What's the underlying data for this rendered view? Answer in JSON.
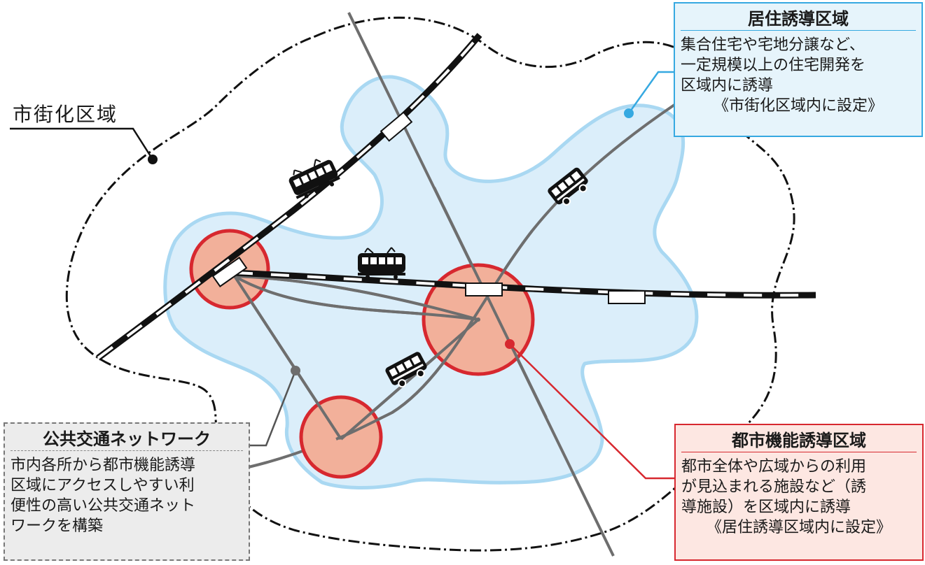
{
  "labels": {
    "urbanization_area": "市街化区域"
  },
  "residential_box": {
    "title": "居住誘導区域",
    "lines": [
      "集合住宅や宅地分譲など、",
      "一定規模以上の住宅開発を",
      "区域内に誘導"
    ],
    "note": "《市街化区域内に設定》"
  },
  "urban_function_box": {
    "title": "都市機能誘導区域",
    "lines": [
      "都市全体や広域からの利用",
      "が見込まれる施設など（誘",
      "導施設）を区域内に誘導"
    ],
    "note": "《居住誘導区域内に設定》"
  },
  "transit_box": {
    "title": "公共交通ネットワーク",
    "lines": [
      "市内各所から都市機能誘導",
      "区域にアクセスしやすい利",
      "便性の高い公共交通ネット",
      "ワークを構築"
    ]
  },
  "colors": {
    "residential_fill": "#dbeefa",
    "residential_stroke": "#a9d8f2",
    "residential_accent": "#36a9e1",
    "urban_fill": "#f2b09a",
    "urban_stroke": "#d7282f",
    "transit_gray": "#6e6e6e",
    "rail": "#111111"
  },
  "icons": [
    "train-icon",
    "bus-icon"
  ]
}
